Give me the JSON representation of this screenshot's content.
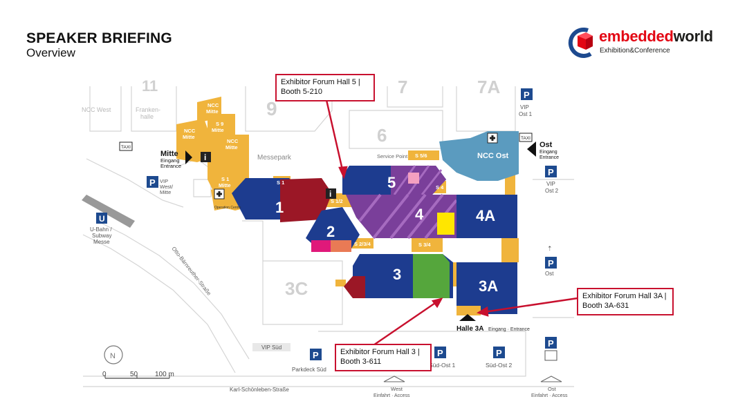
{
  "header": {
    "title": "SPEAKER BRIEFING",
    "subtitle": "Overview"
  },
  "logo": {
    "word_red": "embedded",
    "word_dark": "world",
    "tagline": "Exhibition&Conference"
  },
  "callouts": [
    {
      "text": "Exhibitor Forum Hall 5 | Booth 5-210"
    },
    {
      "text": "Exhibitor Forum Hall 3A | Booth 3A-631"
    },
    {
      "text": "Exhibitor Forum Hall 3 | Booth 3-611"
    }
  ],
  "halls": {
    "h1": "1",
    "h2": "2",
    "h3": "3",
    "h3a": "3A",
    "h4": "4",
    "h4a": "4A",
    "h5": "5",
    "h6": "6",
    "h9": "9",
    "h3c": "3C",
    "h7": "7",
    "h7a": "7A",
    "h11": "11"
  },
  "labels": {
    "ncc_west": "NCC West",
    "franken1": "Franken-",
    "franken2": "halle",
    "ncc_mitte_top1": "NCC",
    "ncc_mitte_top2": "Mitte",
    "s9_1": "S 9",
    "s9_2": "Mitte",
    "ncc_mitte_left1": "NCC",
    "ncc_mitte_left2": "Mitte",
    "ncc_mitte_right1": "NCC",
    "ncc_mitte_right2": "Mitte",
    "s1m_1": "S 1",
    "s1m_2": "Mitte",
    "mitte": "Mitte",
    "mitte_eingang": "Eingang",
    "mitte_entrance": "Entrance",
    "taxi": "TAXI",
    "taxi_ost": "TAXI",
    "messepark": "Messepark",
    "service_point": "Service Point",
    "s56": "S 5/6",
    "s1": "S 1",
    "s12": "S 1/2",
    "s234": "S 2/3/4",
    "s34": "S 3/4",
    "s4": "S 4",
    "ncc_ost": "NCC Ost",
    "ost": "Ost",
    "ost_eingang": "Eingang",
    "ost_entrance": "Entrance",
    "vip_top": "VIP",
    "ost1_top": "Ost 1",
    "vip_ost2": "VIP",
    "ost2": "Ost 2",
    "vip_west": "VIP",
    "west_mitte1": "West/",
    "west_mitte2": "Mitte",
    "ubahn1": "U-Bahn /",
    "ubahn2": "Subway",
    "ubahn3": "Messe",
    "street_otto": "Otto-Bärnreuther-Straße",
    "ost_right": "Ost",
    "halle3a": "Halle 3A",
    "halle3a_sub": "Eingang · Entrance",
    "vip_sued": "VIP Süd",
    "parkdeck": "Parkdeck Süd",
    "sued_ost1": "Süd-Ost 1",
    "sued_ost2": "Süd-Ost 2",
    "street_karl": "Karl-Schönleben-Straße",
    "west_bottom": "West",
    "einfahrt1": "Einfahrt · Access",
    "ost_bottom": "Ost",
    "einfahrt2": "Einfahrt · Access",
    "operation_centre": "Operation Centre",
    "scale_0": "0",
    "scale_50": "50",
    "scale_100": "100 m",
    "p": "P",
    "u": "U",
    "i": "i",
    "n": "N"
  },
  "colors": {
    "hall_blue": "#1d3c8f",
    "service_orange": "#f0b43c",
    "ncc_blue": "#5b9bbf",
    "dark_red": "#9b1726",
    "green": "#55a63c",
    "purple": "#7a3f9a",
    "yellow": "#ffe600",
    "pink": "#e0197a",
    "salmon": "#e97a55",
    "callout_red": "#c8102e",
    "parking_blue": "#1d4a8f"
  }
}
